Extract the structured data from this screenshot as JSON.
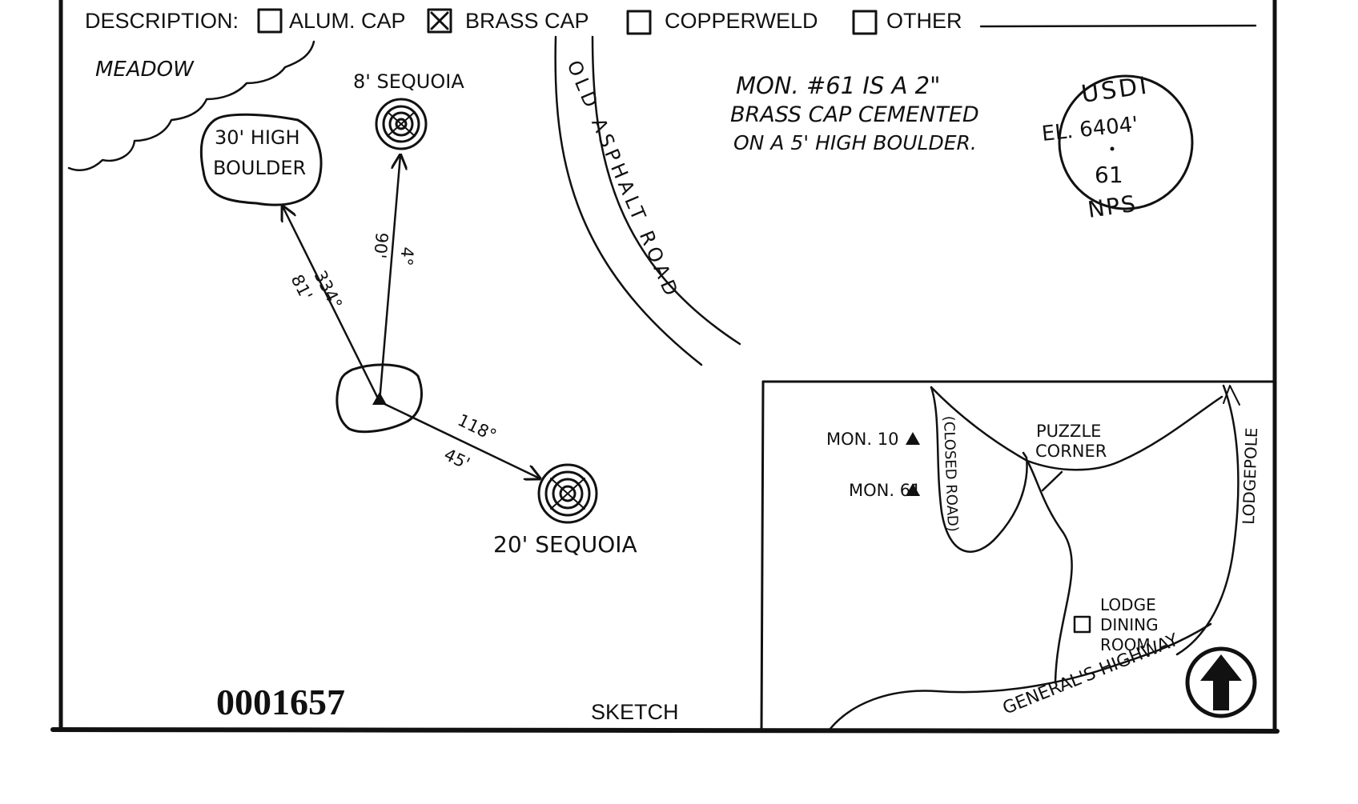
{
  "header": {
    "label": "DESCRIPTION:",
    "options": [
      {
        "label": "ALUM. CAP",
        "checked": false
      },
      {
        "label": "BRASS CAP",
        "checked": true
      },
      {
        "label": "COPPERWELD",
        "checked": false
      },
      {
        "label": "OTHER",
        "checked": false
      }
    ]
  },
  "sketch": {
    "meadow": "MEADOW",
    "boulder_line1": "30' HIGH",
    "boulder_line2": "BOULDER",
    "small_sequoia": "8' SEQUOIA",
    "large_sequoia": "20' SEQUOIA",
    "road": "OLD ASPHALT ROAD",
    "bearings": {
      "boulder_bearing": "334°",
      "boulder_distance": "81'",
      "small_sequoia_bearing": "4°",
      "small_sequoia_distance": "90'",
      "large_sequoia_bearing": "118°",
      "large_sequoia_distance": "45'"
    },
    "note_lines": [
      "MON. #61 IS A 2\"",
      "BRASS CAP CEMENTED",
      "ON A 5' HIGH BOULDER."
    ],
    "cap": {
      "top": "USDI",
      "elevation": "EL. 6404'",
      "number": "61",
      "bottom": "NPS"
    }
  },
  "inset": {
    "mon10": "MON. 10",
    "mon61": "MON. 61",
    "closed_road": "(CLOSED ROAD)",
    "puzzle_line1": "PUZZLE",
    "puzzle_line2": "CORNER",
    "lodgepole": "LODGEPOLE",
    "lodge_line1": "LODGE",
    "lodge_line2": "DINING",
    "lodge_line3": "ROOM",
    "highway": "GENERAL'S HIGHWAY"
  },
  "footer": {
    "number": "0001657",
    "sketch_label": "SKETCH"
  }
}
